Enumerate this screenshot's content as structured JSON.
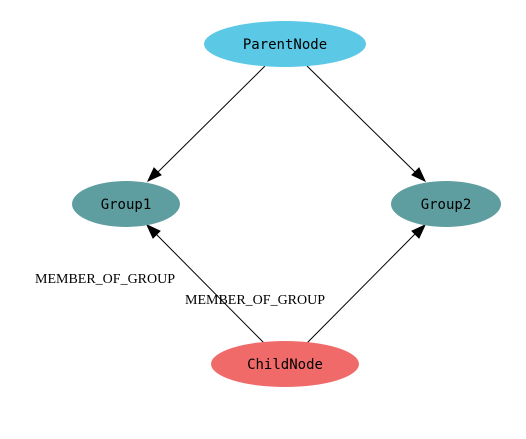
{
  "nodes": {
    "parent": {
      "label": "ParentNode",
      "color": "#5bc8e6"
    },
    "group1": {
      "label": "Group1",
      "color": "#5f9ea0"
    },
    "group2": {
      "label": "Group2",
      "color": "#5f9ea0"
    },
    "child": {
      "label": "ChildNode",
      "color": "#f06a6a"
    }
  },
  "edges": {
    "parent_to_group1": {
      "label": ""
    },
    "parent_to_group2": {
      "label": ""
    },
    "child_to_group1": {
      "label": "MEMBER_OF_GROUP"
    },
    "child_to_group2": {
      "label": "MEMBER_OF_GROUP"
    }
  }
}
